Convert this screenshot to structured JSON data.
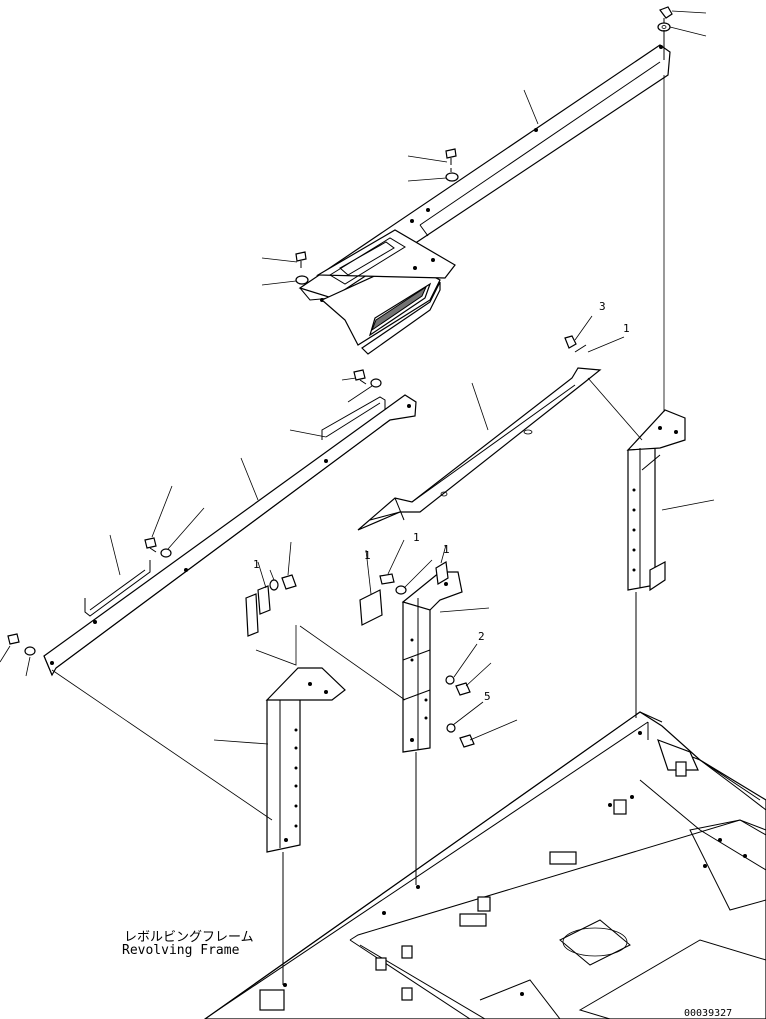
{
  "frame_label_jp": "レボルビングフレーム",
  "frame_label_en": "Revolving Frame",
  "drawing_id": "00039327",
  "item_numbers": [
    "3",
    "1",
    "1",
    "1",
    "1",
    "1",
    "2",
    "5"
  ]
}
